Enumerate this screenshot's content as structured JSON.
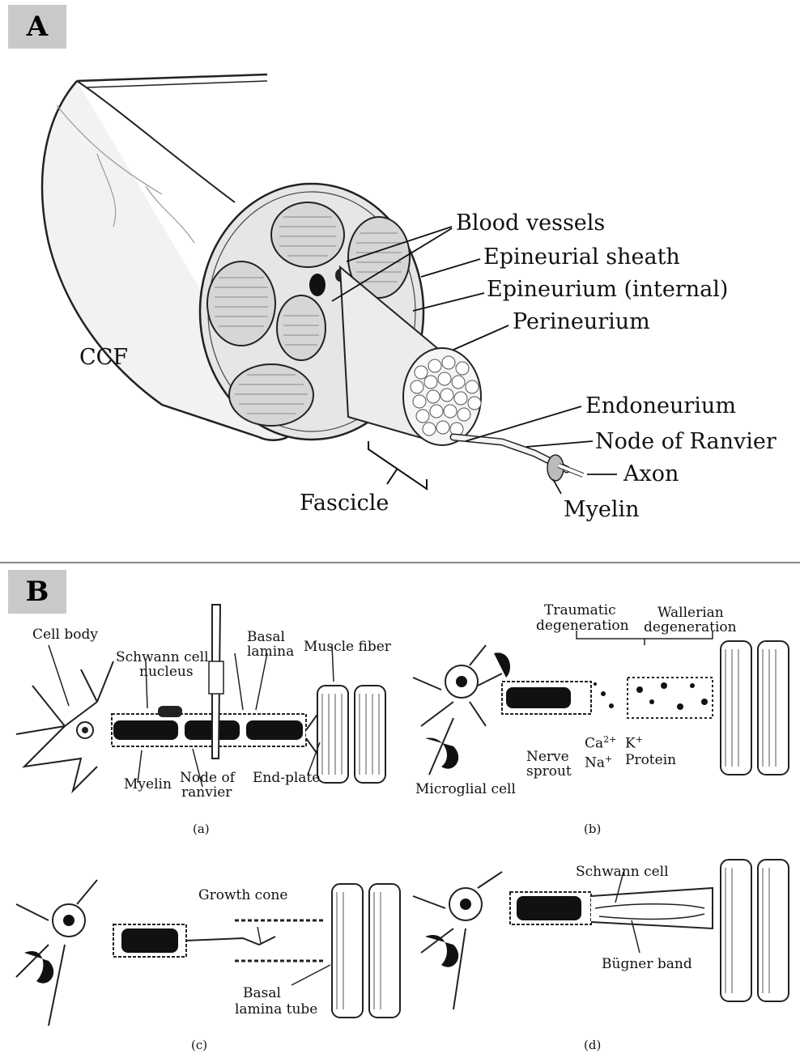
{
  "panels": {
    "a": {
      "badge": "A",
      "labels": {
        "blood_vessels": "Blood vessels",
        "epineurial_sheath": "Epineurial sheath",
        "epineurium_internal": "Epineurium (internal)",
        "perineurium": "Perineurium",
        "ccf": "CCF",
        "endoneurium": "Endoneurium",
        "node_of_ranvier": "Node of Ranvier",
        "axon": "Axon",
        "fascicle": "Fascicle",
        "myelin": "Myelin"
      }
    },
    "b": {
      "badge": "B",
      "sub_a": {
        "caption": "(a)",
        "cell_body": "Cell body",
        "schwann_nucleus_1": "Schwann cell",
        "schwann_nucleus_2": "nucleus",
        "basal_lamina_1": "Basal",
        "basal_lamina_2": "lamina",
        "muscle_fiber": "Muscle fiber",
        "myelin": "Myelin",
        "node_1": "Node of",
        "node_2": "ranvier",
        "end_plate": "End-plate"
      },
      "sub_b": {
        "caption": "(b)",
        "traumatic_1": "Traumatic",
        "traumatic_2": "degeneration",
        "wallerian_1": "Wallerian",
        "wallerian_2": "degeneration",
        "nerve_sprout_1": "Nerve",
        "nerve_sprout_2": "sprout",
        "ca": "Ca",
        "ca_sup": "2+",
        "na": "Na",
        "na_sup": "+",
        "k": "K",
        "k_sup": "+",
        "protein": "Protein",
        "microglial": "Microglial cell"
      },
      "sub_c": {
        "caption": "(c)",
        "growth_cone": "Growth cone",
        "basal_tube_1": "Basal",
        "basal_tube_2": "lamina tube"
      },
      "sub_d": {
        "caption": "(d)",
        "schwann_cell": "Schwann cell",
        "bugner_band": "Bügner band"
      }
    }
  }
}
